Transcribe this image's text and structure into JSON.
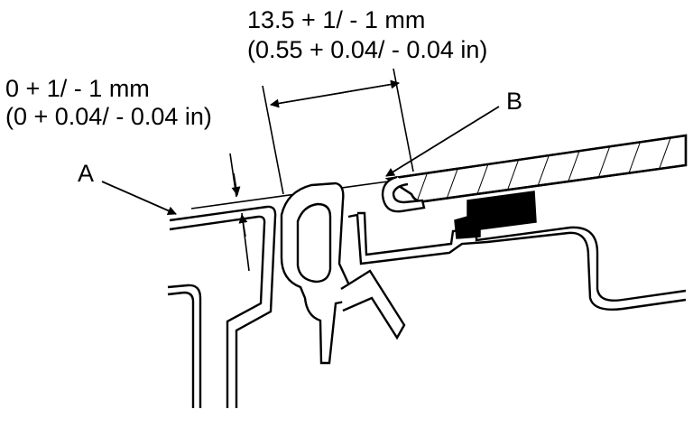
{
  "diagram": {
    "colors": {
      "ink": "#000000",
      "paper": "#ffffff"
    },
    "dimension_top": {
      "line1": "13.5  + 1/  - 1 mm",
      "line2": "(0.55  + 0.04/  - 0.04 in)"
    },
    "dimension_left": {
      "line1": "0  + 1/  - 1 mm",
      "line2": "(0  + 0.04/  - 0.04 in)"
    },
    "callouts": {
      "a": "A",
      "b": "B"
    }
  }
}
